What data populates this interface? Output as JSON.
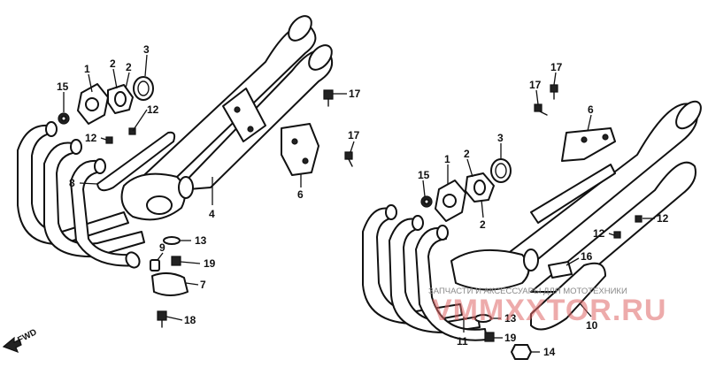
{
  "callouts": {
    "c1a": "1",
    "c2a": "2",
    "c2b": "2",
    "c3a": "3",
    "c15a": "15",
    "c12a": "12",
    "c12b": "12",
    "c17a": "17",
    "c8": "8",
    "c4": "4",
    "c6a": "6",
    "c17b": "17",
    "c9": "9",
    "c13a": "13",
    "c19a": "19",
    "c7": "7",
    "c18": "18",
    "c17c": "17",
    "c17d": "17",
    "c6b": "6",
    "c3b": "3",
    "c1b": "1",
    "c2c": "2",
    "c2d": "2",
    "c15b": "15",
    "c12c": "12",
    "c12d": "12",
    "c16": "16",
    "c13b": "13",
    "c19b": "19",
    "c14": "14",
    "c11": "11",
    "c10": "10"
  },
  "watermark": {
    "top_text": "ЗАПЧАСТИ И АКСЕССУАРЫ ДЛЯ МОТОТЕХНИКИ",
    "main_text": "VMMXXTOR.RU"
  },
  "fwd_label": "FWD"
}
